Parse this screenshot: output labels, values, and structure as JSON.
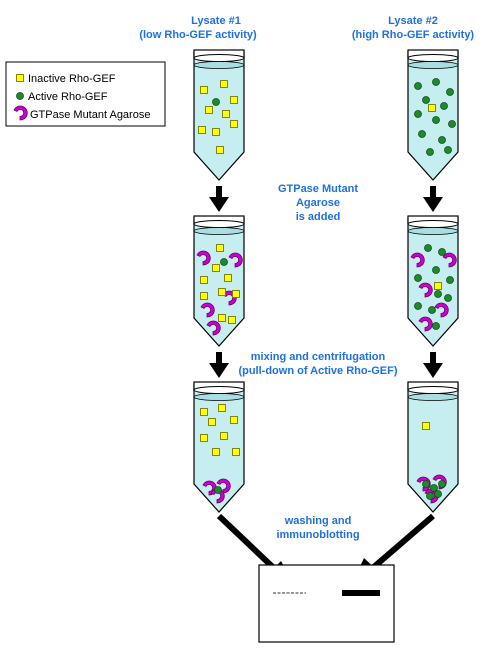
{
  "labels": {
    "lysate1_line1": "Lysate #1",
    "lysate1_line2": "(low Rho-GEF activity)",
    "lysate2_line1": "Lysate #2",
    "lysate2_line2": "(high Rho-GEF activity)",
    "step1_line1": "GTPase Mutant",
    "step1_line2": "Agarose",
    "step1_line3": "is added",
    "step2_line1": "mixing and centrifugation",
    "step2_line2": "(pull-down of Active Rho-GEF)",
    "step3_line1": "washing and",
    "step3_line2": "immunoblotting"
  },
  "legend": {
    "inactive": "Inactive Rho-GEF",
    "active": "Active Rho-GEF",
    "agarose": "GTPase Mutant Agarose"
  },
  "colors": {
    "label_blue": "#1f6fe5",
    "tube_liquid": "#c6eef0",
    "inactive_square": "#ffff00",
    "active_dot": "#1f8a2c",
    "agarose_magenta": "#cc00cc",
    "arrow": "#000000"
  },
  "icons": {
    "inactive": "yellow-square-icon",
    "active": "green-dot-icon",
    "agarose": "magenta-crescent-icon"
  }
}
